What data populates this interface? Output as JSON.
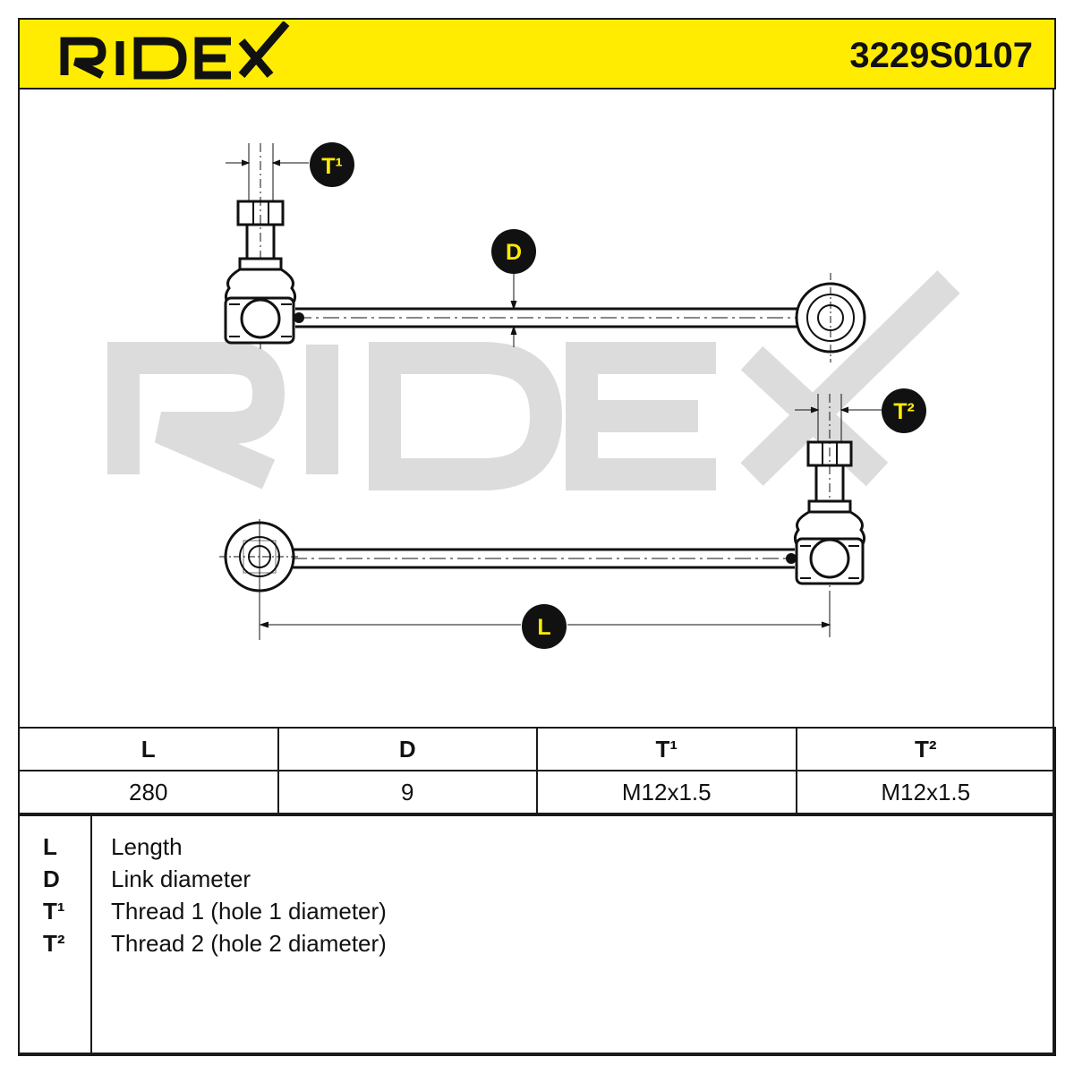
{
  "header": {
    "brand": "RIDEX",
    "part_number": "3229S0107",
    "background_color": "#ffec00"
  },
  "drawing": {
    "watermark": "RIDEX",
    "callouts": {
      "t1": "T¹",
      "d": "D",
      "t2": "T²",
      "l": "L"
    }
  },
  "spec_table": {
    "headers": [
      "L",
      "D",
      "T¹",
      "T²"
    ],
    "values": [
      "280",
      "9",
      "M12x1.5",
      "M12x1.5"
    ]
  },
  "legend": [
    {
      "key": "L",
      "text": "Length"
    },
    {
      "key": "D",
      "text": "Link diameter"
    },
    {
      "key": "T¹",
      "text": "Thread 1 (hole 1 diameter)"
    },
    {
      "key": "T²",
      "text": "Thread 2 (hole 2 diameter)"
    }
  ]
}
